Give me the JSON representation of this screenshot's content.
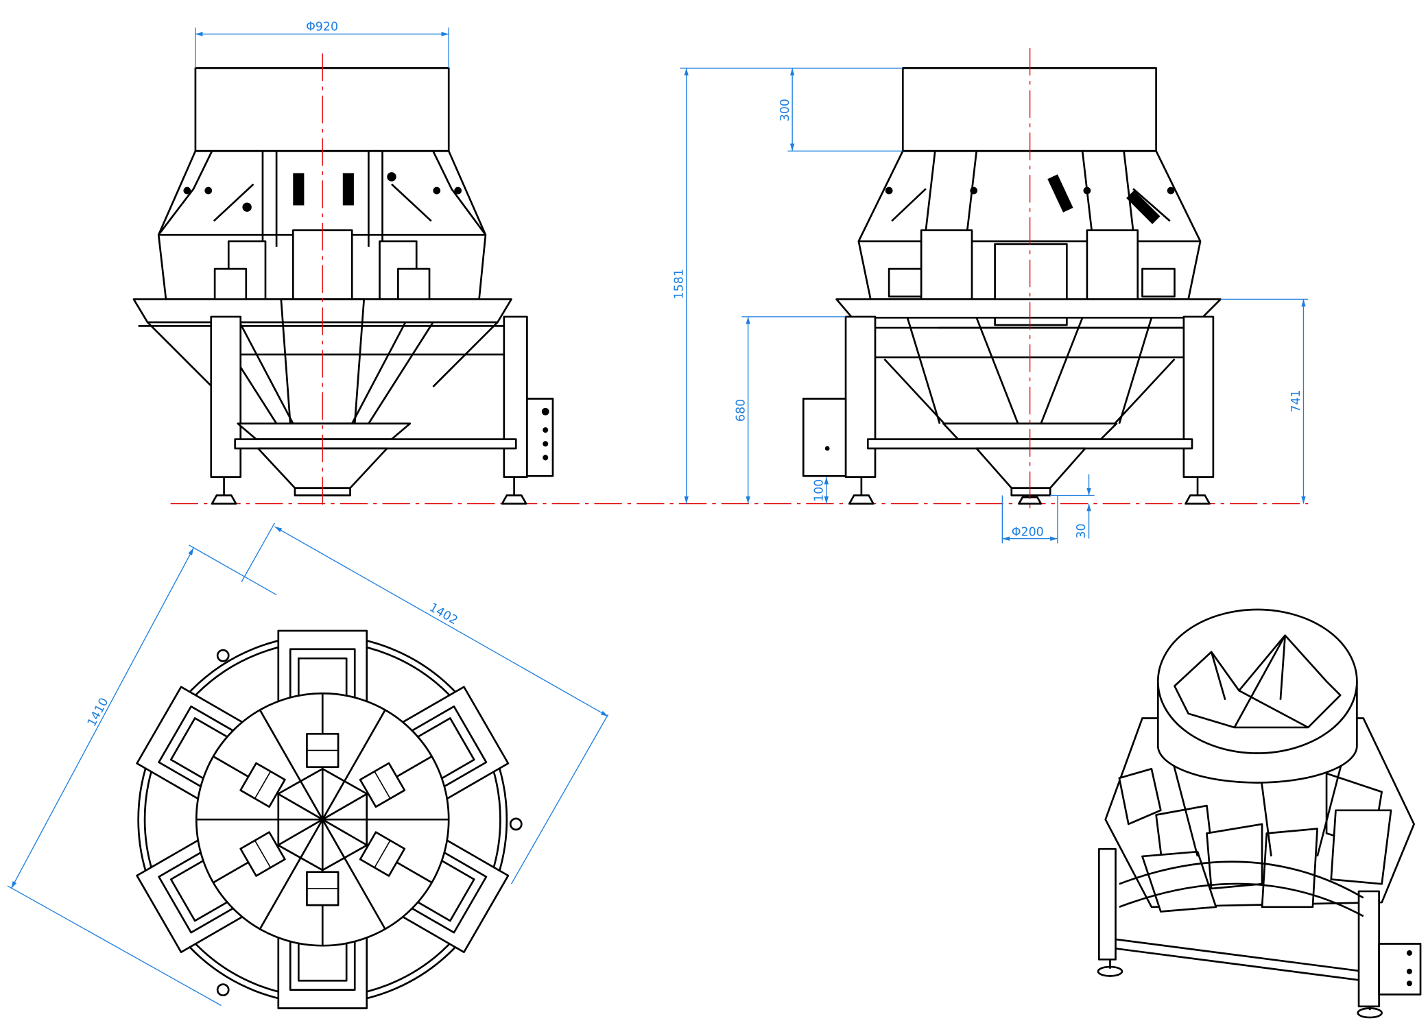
{
  "drawing": {
    "views": [
      "front-view",
      "side-view",
      "top-view",
      "isometric-view"
    ],
    "dimensions": {
      "hopper_diameter": "Φ920",
      "hopper_height": "300",
      "total_height": "1581",
      "frame_height": "680",
      "chute_height": "741",
      "foot_height": "100",
      "outlet_diameter": "Φ200",
      "outlet_clearance": "30",
      "footprint_width": "1402",
      "footprint_depth": "1410"
    },
    "colors": {
      "lines": "#000000",
      "dimensions": "#1e7fe0",
      "centerlines": "#e00000"
    }
  }
}
